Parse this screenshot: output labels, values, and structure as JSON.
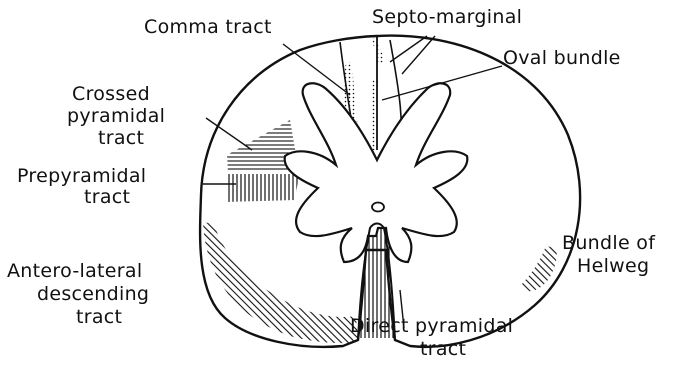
{
  "figure": {
    "subject": "spinal cord cross-section",
    "labels": {
      "comma_tract": "Comma tract",
      "septo_marginal": "Septo-marginal",
      "oval_bundle": "Oval bundle",
      "crossed_pyramidal_1": "Crossed",
      "crossed_pyramidal_2": "pyramidal",
      "crossed_pyramidal_3": "tract",
      "prepyramidal_1": "Prepyramidal",
      "prepyramidal_2": "tract",
      "antero_lateral_1": "Antero-lateral",
      "antero_lateral_2": "descending",
      "antero_lateral_3": "tract",
      "bundle_helweg_1": "Bundle of",
      "bundle_helweg_2": "Helweg",
      "direct_pyramidal_1": "Direct pyramidal",
      "direct_pyramidal_2": "tract"
    },
    "colors": {
      "ink": "#111111",
      "background": "#ffffff"
    }
  }
}
